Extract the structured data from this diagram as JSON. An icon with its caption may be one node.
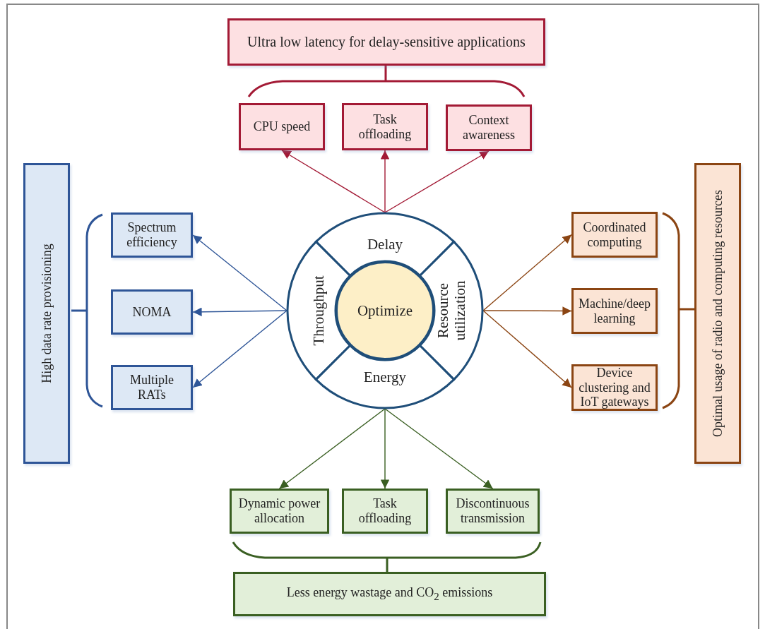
{
  "diagram": {
    "nodes": [
      {
        "text": [
          "Ultra low latency for delay-sensitive applications"
        ]
      },
      {
        "text": [
          "CPU speed"
        ]
      },
      {
        "text": [
          "Task offloading"
        ]
      },
      {
        "text": [
          "Context awareness"
        ]
      },
      {
        "text": [
          "High data rate provisioning"
        ]
      },
      {
        "text": [
          "Spectrum efficiency"
        ]
      },
      {
        "text": [
          "NOMA"
        ]
      },
      {
        "text": [
          "Multiple RATs"
        ]
      },
      {
        "text": [
          "Delay"
        ]
      },
      {
        "text": [
          "Throughput"
        ]
      },
      {
        "text": [
          "Optimize"
        ]
      },
      {
        "text": [
          "Resource utilization"
        ]
      },
      {
        "text": [
          "Energy"
        ]
      },
      {
        "text": [
          "Optimal usage of radio and computing resources"
        ]
      },
      {
        "text": [
          "Coordinated computing"
        ]
      },
      {
        "text": [
          "Machine/deep learning"
        ]
      },
      {
        "text": [
          "Device clustering and IoT gateways"
        ]
      },
      {
        "text": [
          "Dynamic power allocation"
        ]
      },
      {
        "text": [
          "Task offloading"
        ]
      },
      {
        "text": [
          "Discontinuous transmission"
        ]
      },
      {
        "text": [
          "Less energy wastage and CO$_{2}$ emissions"
        ]
      }
    ],
    "edges": [
      {
        "from": 8,
        "to": 1,
        "arrow": "to",
        "color": "#a31a35"
      },
      {
        "from": 8,
        "to": 2,
        "arrow": "to",
        "color": "#a31a35"
      },
      {
        "from": 8,
        "to": 3,
        "arrow": "to",
        "color": "#a31a35"
      },
      {
        "from": 9,
        "to": 5,
        "arrow": "to",
        "color": "#2e5597"
      },
      {
        "from": 9,
        "to": 6,
        "arrow": "to",
        "color": "#2e5597"
      },
      {
        "from": 9,
        "to": 7,
        "arrow": "to",
        "color": "#2e5597"
      },
      {
        "from": 11,
        "to": 14,
        "arrow": "to",
        "color": "#8b4513"
      },
      {
        "from": 11,
        "to": 15,
        "arrow": "to",
        "color": "#8b4513"
      },
      {
        "from": 11,
        "to": 16,
        "arrow": "to",
        "color": "#8b4513"
      },
      {
        "from": 12,
        "to": 17,
        "arrow": "to",
        "color": "#3a5f22"
      },
      {
        "from": 12,
        "to": 18,
        "arrow": "to",
        "color": "#3a5f22"
      },
      {
        "from": 12,
        "to": 19,
        "arrow": "to",
        "color": "#3a5f22"
      }
    ]
  }
}
